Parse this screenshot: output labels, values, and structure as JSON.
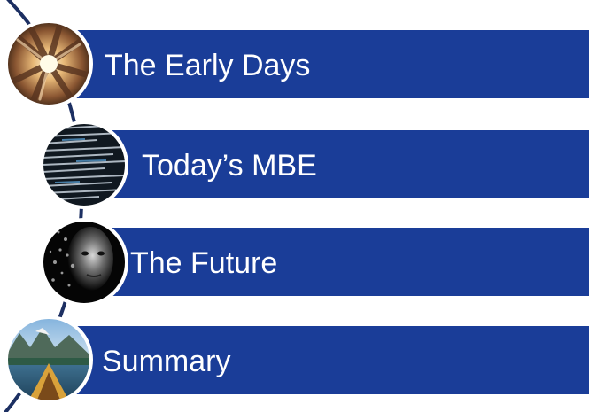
{
  "theme": {
    "bar_color": "#1a3d98",
    "line_color": "#1c2f62",
    "circle_stroke": "#ffffff"
  },
  "items": [
    {
      "label": "The Early Days",
      "image": "hands-together-image"
    },
    {
      "label": "Today’s MBE",
      "image": "code-screen-image"
    },
    {
      "label": "The Future",
      "image": "digital-face-image"
    },
    {
      "label": "Summary",
      "image": "lake-canoe-image"
    }
  ]
}
